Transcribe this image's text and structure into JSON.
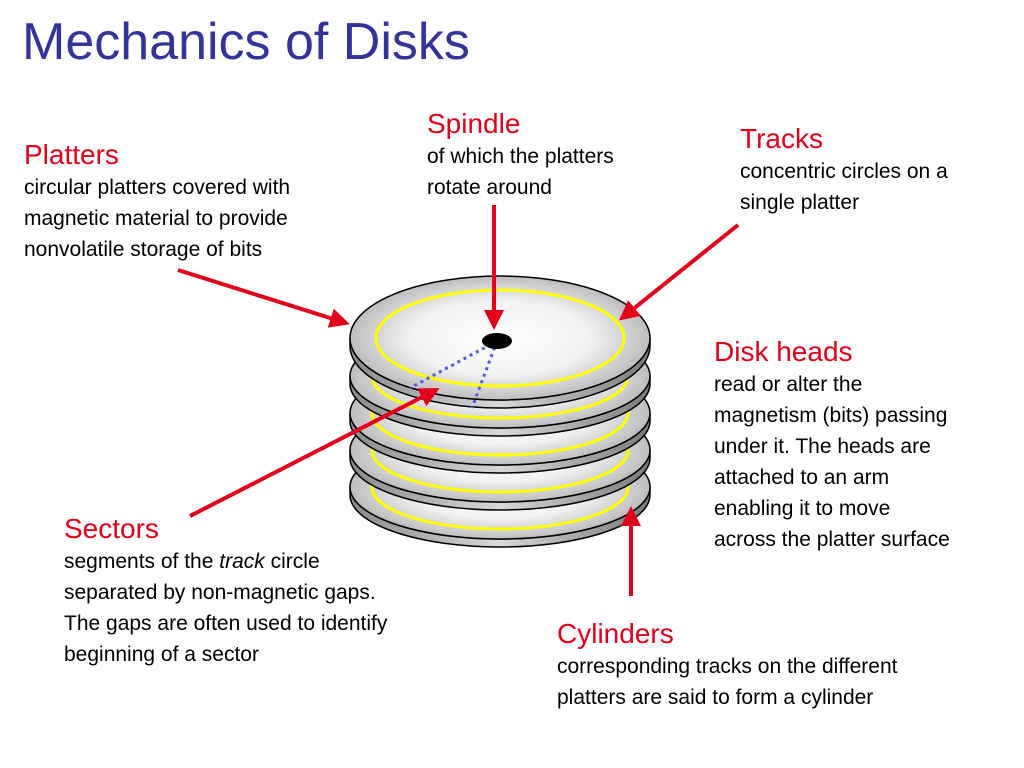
{
  "title": "Mechanics of Disks",
  "colors": {
    "title": "#33339a",
    "heading": "#e2001a",
    "arrow": "#e2001a",
    "track": "#ffff00",
    "sector_line": "#4f5bdc",
    "spindle": "#000000"
  },
  "callouts": {
    "platters": {
      "heading": "Platters",
      "lines": [
        "circular platters covered with",
        "magnetic material to provide",
        "nonvolatile storage of bits"
      ]
    },
    "spindle": {
      "heading": "Spindle",
      "lines": [
        "of which the platters",
        "rotate around"
      ]
    },
    "tracks": {
      "heading": "Tracks",
      "lines": [
        "concentric circles on a",
        "single platter"
      ]
    },
    "disk_heads": {
      "heading": "Disk heads",
      "lines": [
        "read or alter the",
        "magnetism (bits) passing",
        "under it. The heads are",
        "attached to an arm",
        "enabling it to move",
        "across the platter surface"
      ]
    },
    "sectors": {
      "heading": "Sectors",
      "line1_pre": "segments of the ",
      "line1_em": "track",
      "line1_post": " circle",
      "lines": [
        "separated by non-magnetic gaps.",
        "The gaps are often used to identify",
        "beginning of a sector"
      ]
    },
    "cylinders": {
      "heading": "Cylinders",
      "lines": [
        "corresponding tracks on the different",
        "platters are said to form a cylinder"
      ]
    }
  }
}
